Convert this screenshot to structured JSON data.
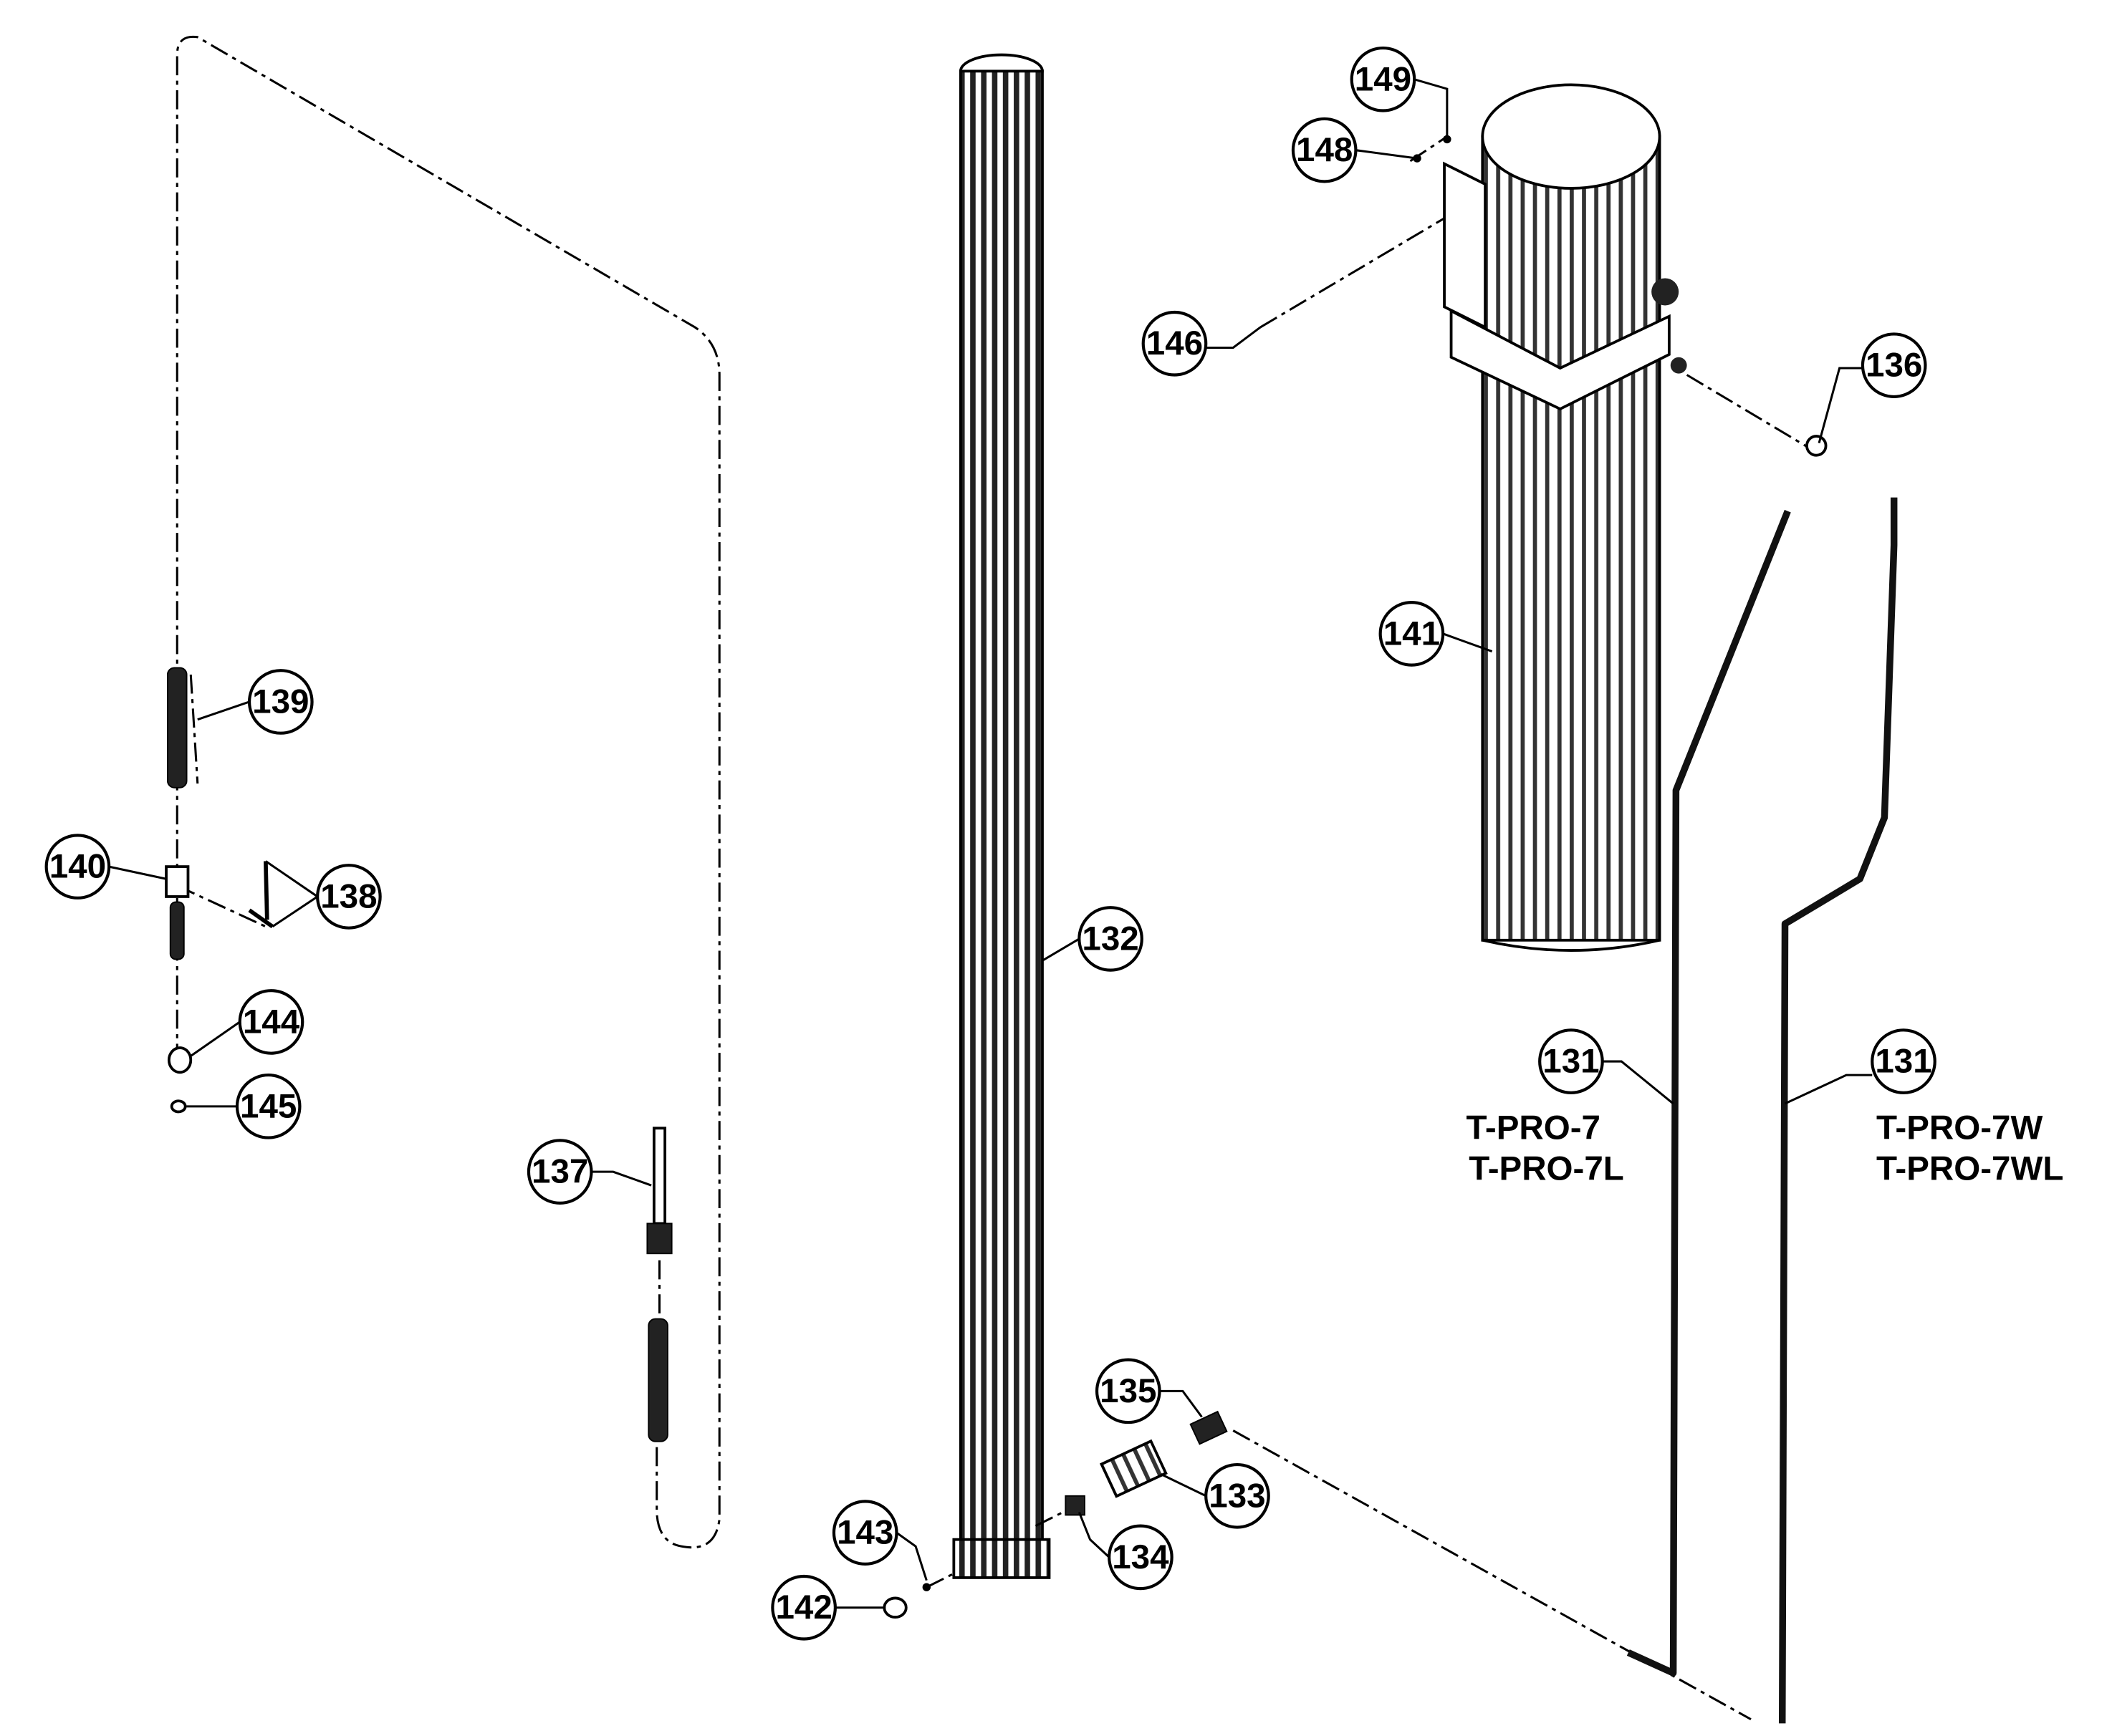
{
  "diagram": {
    "type": "exploded-parts-diagram",
    "callouts": {
      "c149": "149",
      "c148": "148",
      "c146": "146",
      "c136": "136",
      "c141": "141",
      "c139": "139",
      "c140": "140",
      "c138": "138",
      "c132": "132",
      "c144": "144",
      "c145": "145",
      "c131a": "131",
      "c131b": "131",
      "c137": "137",
      "c135": "135",
      "c133": "133",
      "c143": "143",
      "c134": "134",
      "c142": "142"
    },
    "models": {
      "left_line1": "T-PRO-7",
      "left_line2": "T-PRO-7L",
      "right_line1": "T-PRO-7W",
      "right_line2": "T-PRO-7WL"
    }
  }
}
